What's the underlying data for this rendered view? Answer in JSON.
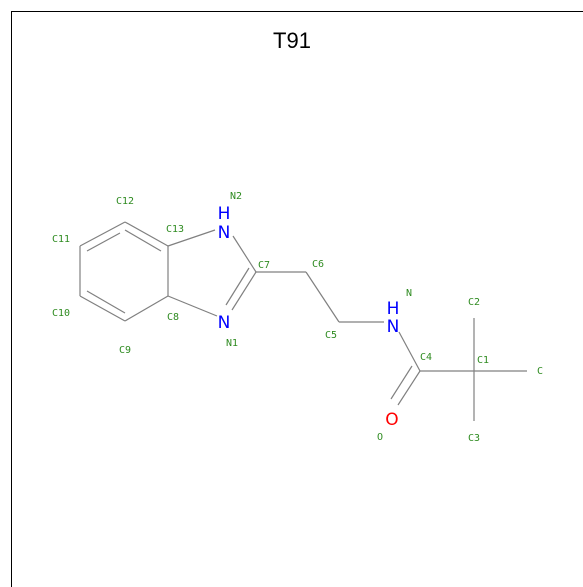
{
  "title": "T91",
  "colors": {
    "bond": "#808080",
    "frame": "#000000",
    "nitrogen": "#0000ff",
    "oxygen": "#ff0000",
    "label": "#2e8b20"
  },
  "atoms": {
    "n2": "H",
    "n2_n": "N",
    "n1": "N",
    "n_amide_h": "H",
    "n_amide": "N",
    "o": "O"
  },
  "labels": {
    "c12": "C12",
    "n2": "N2",
    "c11": "C11",
    "c13": "C13",
    "c7": "C7",
    "c6": "C6",
    "n": "N",
    "c2": "C2",
    "c10": "C10",
    "c8": "C8",
    "c5": "C5",
    "n1": "N1",
    "c9": "C9",
    "c4": "C4",
    "c1": "C1",
    "c": "C",
    "o": "O",
    "c3": "C3"
  }
}
